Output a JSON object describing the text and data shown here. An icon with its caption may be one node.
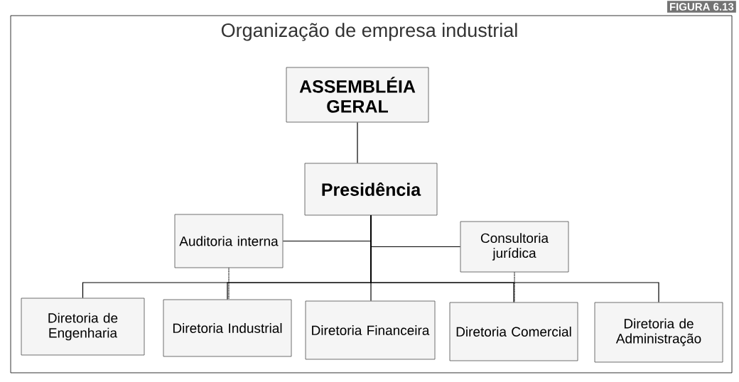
{
  "diagram": {
    "title": "Organização de empresa industrial",
    "nodes": [
      {
        "text": [
          "ASSEMBLÉIA GERAL"
        ]
      },
      {
        "text": [
          "Presidência"
        ]
      },
      {
        "text": [
          "Auditoria interna"
        ]
      },
      {
        "text": [
          "Consultoria jurídica"
        ]
      },
      {
        "text": [
          "Diretoria de Engenharia"
        ]
      },
      {
        "text": [
          "Diretoria Industrial"
        ]
      },
      {
        "text": [
          "Diretoria Financeira"
        ]
      },
      {
        "text": [
          "Diretoria Comercial"
        ]
      },
      {
        "text": [
          "Diretoria de Administração"
        ]
      }
    ],
    "edges": [
      {
        "from": 0,
        "to": 1,
        "arrow": "none"
      },
      {
        "from": 1,
        "to": 2,
        "arrow": "none"
      },
      {
        "from": 1,
        "to": 3,
        "arrow": "none"
      },
      {
        "from": 1,
        "to": 4,
        "arrow": "none"
      },
      {
        "from": 1,
        "to": 5,
        "arrow": "none"
      },
      {
        "from": 1,
        "to": 6,
        "arrow": "none"
      },
      {
        "from": 1,
        "to": 7,
        "arrow": "none"
      },
      {
        "from": 1,
        "to": 8,
        "arrow": "none"
      },
      {
        "from": 2,
        "to": 5,
        "arrow": "none",
        "style": "dashed"
      },
      {
        "from": 3,
        "to": 7,
        "arrow": "none",
        "style": "dashed"
      }
    ],
    "labels": [
      "FIGURA 6.13"
    ]
  }
}
